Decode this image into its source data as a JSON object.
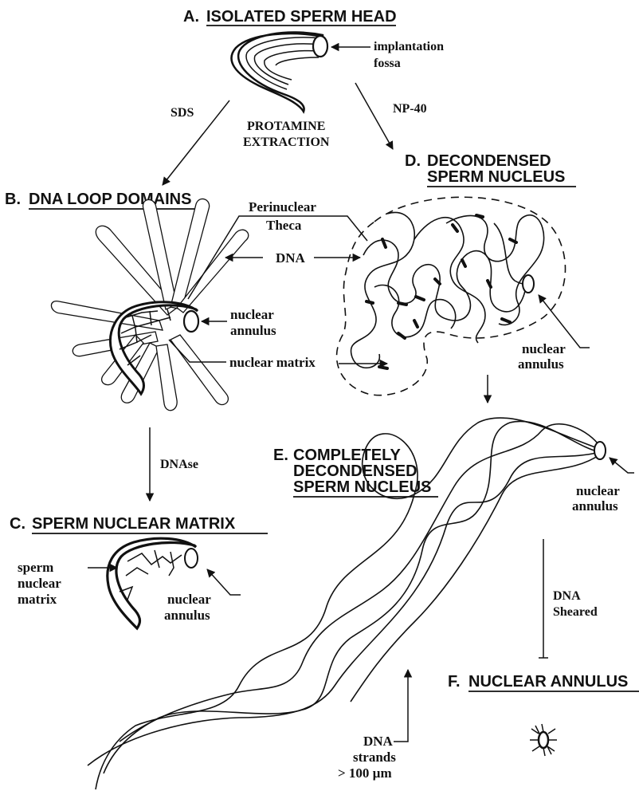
{
  "panels": {
    "a": {
      "title_letter": "A.",
      "title": "ISOLATED SPERM HEAD",
      "label_implantation_1": "implantation",
      "label_implantation_2": "fossa"
    },
    "b": {
      "title_letter": "B.",
      "title": "DNA LOOP DOMAINS",
      "label_perinuclear_1": "Perinuclear",
      "label_perinuclear_2": "Theca",
      "label_dna": "DNA",
      "label_annulus_1": "nuclear",
      "label_annulus_2": "annulus",
      "label_matrix": "nuclear matrix"
    },
    "c": {
      "title_letter": "C.",
      "title": "SPERM NUCLEAR MATRIX",
      "label_matrix_1": "sperm",
      "label_matrix_2": "nuclear",
      "label_matrix_3": "matrix",
      "label_annulus_1": "nuclear",
      "label_annulus_2": "annulus"
    },
    "d": {
      "title_letter": "D.",
      "title_1": "DECONDENSED",
      "title_2": "SPERM NUCLEUS",
      "label_annulus_1": "nuclear",
      "label_annulus_2": "annulus"
    },
    "e": {
      "title_letter": "E.",
      "title_1": "COMPLETELY",
      "title_2": "DECONDENSED",
      "title_3": "SPERM NUCLEUS",
      "label_annulus_1": "nuclear",
      "label_annulus_2": "annulus",
      "label_strands_1": "DNA",
      "label_strands_2": "strands",
      "label_strands_3": "> 100 µm"
    },
    "f": {
      "title_letter": "F.",
      "title": "NUCLEAR ANNULUS"
    }
  },
  "treatments": {
    "sds": "SDS",
    "protamine_1": "PROTAMINE",
    "protamine_2": "EXTRACTION",
    "np40": "NP-40",
    "dnase": "DNAse",
    "sheared_1": "DNA",
    "sheared_2": "Sheared"
  }
}
